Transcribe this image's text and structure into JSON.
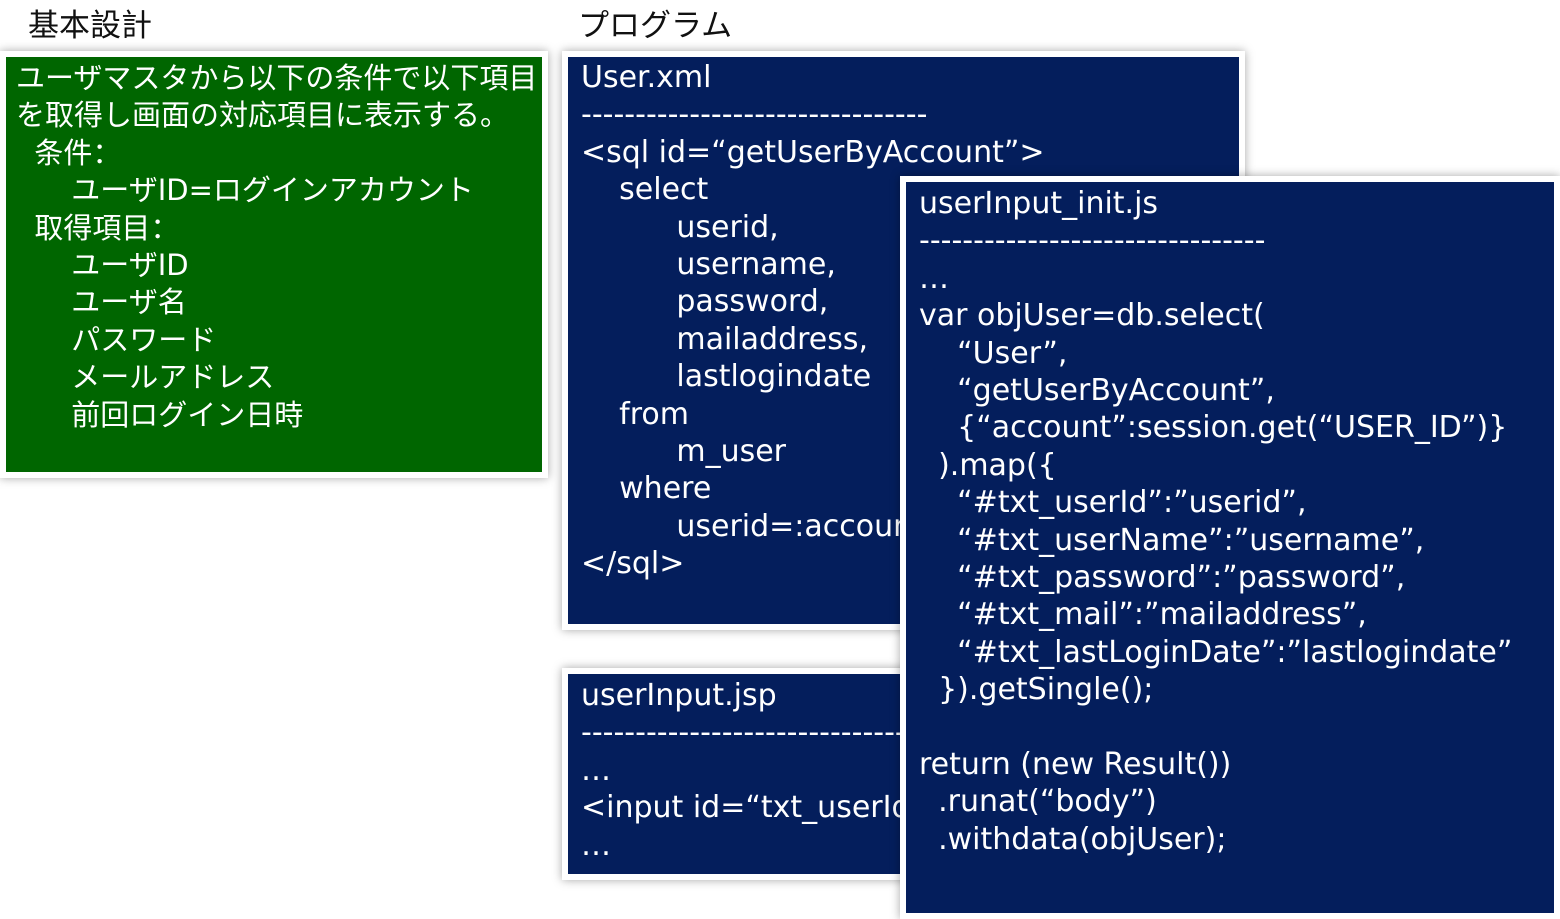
{
  "headings": {
    "design": "基本設計",
    "program": "プログラム"
  },
  "design_panel": {
    "lines": [
      "ユーザマスタから以下の条件で以下項目",
      "を取得し画面の対応項目に表示する。",
      "  条件：",
      "      ユーザID=ログインアカウント",
      "  取得項目：",
      "      ユーザID",
      "      ユーザ名",
      "      パスワード",
      "      メールアドレス",
      "      前回ログイン日時"
    ]
  },
  "xml_panel": {
    "title": "User.xml",
    "lines": [
      "--------------------------------",
      "<sql id=“getUserByAccount”>",
      "    select",
      "          userid,",
      "          username,",
      "          password,",
      "          mailaddress,",
      "          lastlogindate",
      "    from",
      "          m_user",
      "    where",
      "          userid=:account",
      "</sql>"
    ]
  },
  "jsp_panel": {
    "title": "userInput.jsp",
    "lines": [
      "--------------------------------",
      "…",
      "<input id=“txt_userId”/>",
      "…"
    ]
  },
  "js_panel": {
    "title": "userInput_init.js",
    "lines": [
      "--------------------------------",
      "…",
      "var objUser=db.select(",
      "    “User”,",
      "    “getUserByAccount”,",
      "    {“account”:session.get(“USER_ID”)}",
      "  ).map({",
      "    “#txt_userId”:”userid”,",
      "    “#txt_userName”:”username”,",
      "    “#txt_password”:”password”,",
      "    “#txt_mail”:”mailaddress”,",
      "    “#txt_lastLoginDate”:”lastlogindate”",
      "  }).getSingle();",
      "",
      "return (new Result())",
      "  .runat(“body”)",
      "  .withdata(objUser);"
    ]
  }
}
